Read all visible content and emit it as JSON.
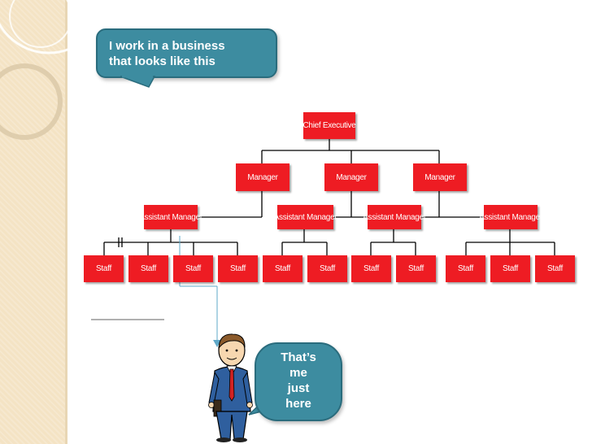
{
  "speech_top": {
    "lines": [
      "I work in a business",
      "that looks like this"
    ]
  },
  "speech_bottom": {
    "lines": [
      "That’s",
      "me",
      "just",
      "here"
    ]
  },
  "org_chart": {
    "chief": "Chief Executive",
    "managers": [
      "Manager",
      "Manager",
      "Manager"
    ],
    "assistant_managers": [
      "Assistant Manager",
      "Assistant Manager",
      "Assistant Manager",
      "Assistant Manager"
    ],
    "staff": [
      "Staff",
      "Staff",
      "Staff",
      "Staff",
      "Staff",
      "Staff",
      "Staff",
      "Staff",
      "Staff",
      "Staff",
      "Staff"
    ]
  },
  "colors": {
    "node": "#ee1c23",
    "bubble": "#3d8ca0",
    "sidebar": "#f4e3c4"
  }
}
